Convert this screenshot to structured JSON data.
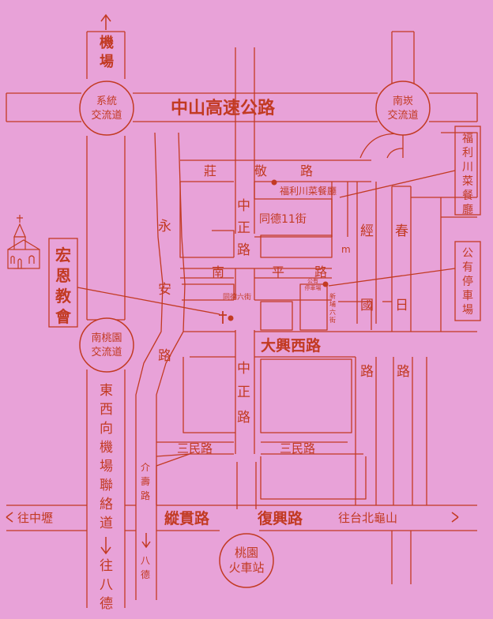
{
  "colors": {
    "background": "#E8A2D8",
    "line": "#C23A22"
  },
  "icons": [
    "up-arrow-icon",
    "church-building-icon",
    "cross-icon",
    "restaurant-dot-icon",
    "parking-dot-icon",
    "left-right-arrow-icon",
    "down-arrow-icon"
  ],
  "labels": {
    "airport": [
      "機",
      "場"
    ],
    "expressway": "中山高速公路",
    "xitong_ic": [
      "系統",
      "交流道"
    ],
    "nankan_ic": [
      "南崁",
      "交流道"
    ],
    "nantaoyuan_ic": [
      "南桃園",
      "交流道"
    ],
    "zhuangjing_rd": [
      "莊",
      "敬",
      "路"
    ],
    "restaurant": "福利川菜餐廳",
    "restaurant_callout": [
      "福",
      "利",
      "川",
      "菜",
      "餐",
      "廳"
    ],
    "tongde11": "同德11街",
    "tongde6": "同德六街",
    "yongan_rd": [
      "永",
      "安",
      "路"
    ],
    "zhongzheng_rd_n": [
      "中",
      "正",
      "路"
    ],
    "zhongzheng_rd_s": [
      "中",
      "正",
      "路"
    ],
    "nanping_rd": [
      "南",
      "平",
      "路"
    ],
    "jingguo_rd": [
      "經",
      "國",
      "路"
    ],
    "chunri_rd": [
      "春",
      "日",
      "路"
    ],
    "mrt_m": "m",
    "parking": [
      "公",
      "有",
      "停",
      "車",
      "場"
    ],
    "parking_small": [
      "公有",
      "停車場"
    ],
    "xinpu6": [
      "新",
      "埔",
      "六",
      "街"
    ],
    "church": [
      "宏",
      "恩",
      "教",
      "會"
    ],
    "daxing_w_rd": "大興西路",
    "east_west_highway": [
      "東",
      "西",
      "向",
      "機",
      "場",
      "聯",
      "絡",
      "道"
    ],
    "to_bade_west": [
      "往",
      "八",
      "德"
    ],
    "jieshou_rd": [
      "介",
      "壽",
      "路"
    ],
    "to_bade_small": [
      "八",
      "德"
    ],
    "sanmin_rd_w": "三民路",
    "sanmin_rd_e": "三民路",
    "to_zhongli": "往中壢",
    "zongguan_rd": "縱貫路",
    "fuxing_rd": "復興路",
    "to_taipei_guishan": "往台北龜山",
    "taoyuan_station": [
      "桃園",
      "火車站"
    ]
  }
}
